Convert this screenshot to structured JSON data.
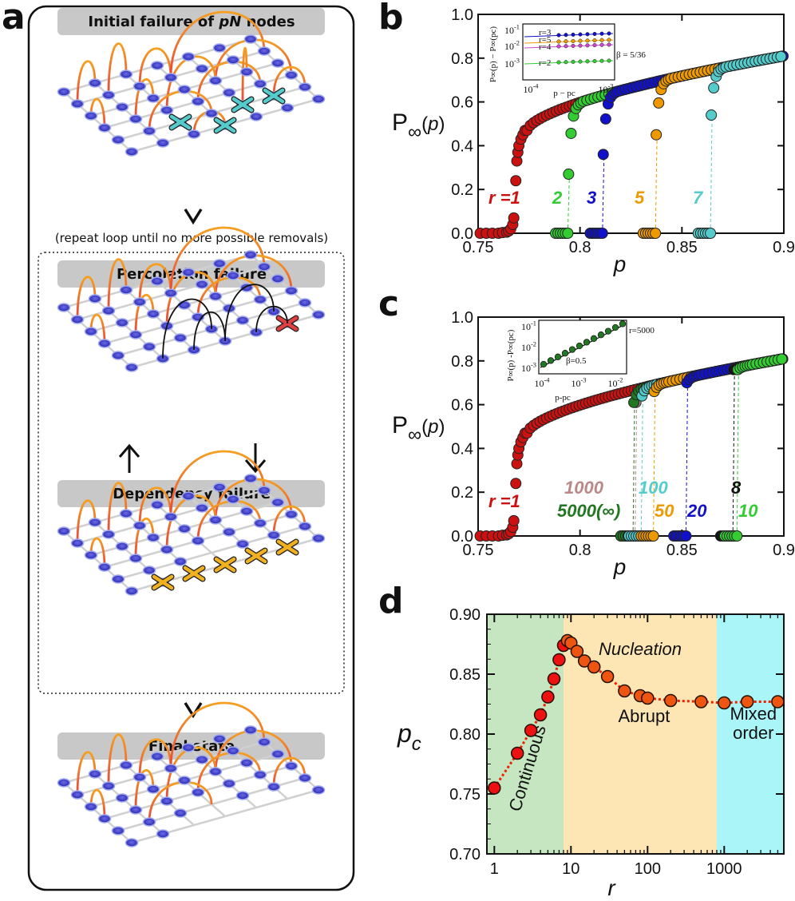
{
  "panel_a": {
    "letter": "a",
    "step_initial": "Initial failure of pN nodes",
    "step_initial_parts": [
      "Initial failure of ",
      "pN",
      " nodes"
    ],
    "repeat_note": "(repeat loop until no more possible removals)",
    "step_percolation": "Percolation failure",
    "step_dependency": "Dependency failure",
    "step_final": "Final state"
  },
  "chart_data": [
    {
      "panel": "b",
      "type": "scatter",
      "xlabel": "p",
      "ylabel": "P∞(p)",
      "xlim": [
        0.75,
        0.9
      ],
      "ylim": [
        0.0,
        1.0
      ],
      "xticks": [
        "0.75",
        "0.8",
        "0.85",
        "0.9"
      ],
      "yticks": [
        "0.0",
        "0.2",
        "0.4",
        "0.6",
        "0.8",
        "1.0"
      ],
      "series": [
        {
          "name": "r =1",
          "color": "#cc1111",
          "pc": 0.768,
          "jump": 0.0
        },
        {
          "name": "2",
          "color": "#33cc33",
          "pc": 0.794,
          "jump": 0.27
        },
        {
          "name": "3",
          "color": "#1111cc",
          "pc": 0.811,
          "jump": 0.36
        },
        {
          "name": "5",
          "color": "#ee9900",
          "pc": 0.837,
          "jump": 0.45
        },
        {
          "name": "7",
          "color": "#55cccc",
          "pc": 0.864,
          "jump": 0.54
        }
      ],
      "inset": {
        "xlabel": "p − pc",
        "ylabel": "P∞(p) − P∞(pc)",
        "xticks": [
          "10-4",
          "10-3"
        ],
        "yticks": [
          "10-1",
          "10-2",
          "10-3"
        ],
        "annotation": "β = 5/36",
        "series_labels": [
          "r=3",
          "r=5",
          "r=4",
          "r=2"
        ]
      }
    },
    {
      "panel": "c",
      "type": "scatter",
      "xlabel": "p",
      "ylabel": "P∞(p)",
      "xlim": [
        0.75,
        0.9
      ],
      "ylim": [
        0.0,
        1.0
      ],
      "xticks": [
        "0.75",
        "0.8",
        "0.85",
        "0.9"
      ],
      "yticks": [
        "0.0",
        "0.2",
        "0.4",
        "0.6",
        "0.8",
        "1.0"
      ],
      "series": [
        {
          "name": "r =1",
          "color": "#cc1111",
          "pc": 0.768,
          "jump": 0.0
        },
        {
          "name": "1000",
          "color": "#bb8888",
          "pc": 0.827,
          "jump": 0.61
        },
        {
          "name": "5000(∞)",
          "color": "#227722",
          "pc": 0.826,
          "jump": 0.61
        },
        {
          "name": "100",
          "color": "#55cccc",
          "pc": 0.83,
          "jump": 0.64
        },
        {
          "name": "50",
          "color": "#ee9900",
          "pc": 0.836,
          "jump": 0.66
        },
        {
          "name": "20",
          "color": "#1111cc",
          "pc": 0.852,
          "jump": 0.7
        },
        {
          "name": "8",
          "color": "#111111",
          "pc": 0.875,
          "jump": 0.76
        },
        {
          "name": "10",
          "color": "#33cc33",
          "pc": 0.877,
          "jump": 0.76
        }
      ],
      "inset": {
        "xlabel": "p-pc",
        "ylabel": "P∞(p) -P∞(pc)",
        "xticks": [
          "10-4",
          "10-3",
          "10-2"
        ],
        "yticks": [
          "10-1",
          "10-2",
          "10-3"
        ],
        "annotation": "β=0.5",
        "label": "r=5000"
      }
    },
    {
      "panel": "d",
      "type": "line",
      "xlabel": "r",
      "ylabel": "pc",
      "xscale": "log",
      "xlim": [
        0.8,
        6000
      ],
      "ylim": [
        0.7,
        0.9
      ],
      "xticks": [
        "1",
        "10",
        "100",
        "1000"
      ],
      "yticks": [
        "0.70",
        "0.75",
        "0.80",
        "0.85",
        "0.90"
      ],
      "regions": [
        {
          "label": "Continuous",
          "from": 0.8,
          "to": 8,
          "color": "#c5e6c0"
        },
        {
          "label": "Abrupt",
          "sublabel": "Nucleation",
          "from": 8,
          "to": 800,
          "color": "#fde5b4"
        },
        {
          "label": "Mixed order",
          "from": 800,
          "to": 6000,
          "color": "#aaf5f8"
        }
      ],
      "points": {
        "r": [
          1,
          2,
          3,
          4,
          5,
          6,
          7,
          8,
          9,
          10,
          12,
          15,
          20,
          30,
          50,
          80,
          100,
          200,
          500,
          1000,
          2000,
          5000
        ],
        "pc": [
          0.755,
          0.784,
          0.803,
          0.816,
          0.831,
          0.846,
          0.862,
          0.874,
          0.878,
          0.876,
          0.869,
          0.861,
          0.856,
          0.848,
          0.836,
          0.832,
          0.83,
          0.828,
          0.827,
          0.826,
          0.827,
          0.827
        ]
      }
    }
  ]
}
